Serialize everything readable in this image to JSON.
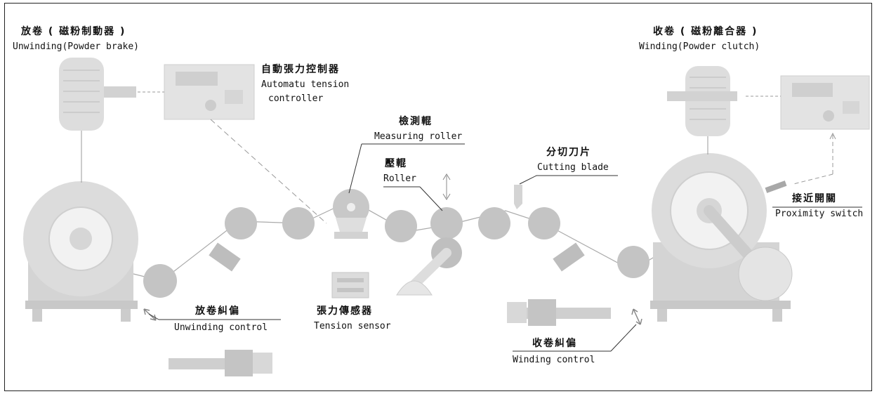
{
  "labels": {
    "unwinding_brake": {
      "zh": "放卷 ( 磁粉制動器 )",
      "en": "Unwinding(Powder brake)"
    },
    "tension_controller": {
      "zh": "自動張力控制器",
      "en1": "Automatu tension",
      "en2": "controller"
    },
    "measuring_roller": {
      "zh": "檢測輥",
      "en": "Measuring roller"
    },
    "pressure_roller": {
      "zh": "壓輥",
      "en": "Roller"
    },
    "cutting_blade": {
      "zh": "分切刀片",
      "en": "Cutting blade"
    },
    "winding_clutch": {
      "zh": "收卷 ( 磁粉離合器 )",
      "en": "Winding(Powder clutch)"
    },
    "proximity_switch": {
      "zh": "接近開關",
      "en": "Proximity switch"
    },
    "unwinding_control": {
      "zh": "放卷糾偏",
      "en": "Unwinding control"
    },
    "tension_sensor": {
      "zh": "張力傳感器",
      "en": "Tension sensor"
    },
    "winding_control": {
      "zh": "收卷糾偏",
      "en": "Winding control"
    }
  },
  "colors": {
    "machine": "#d9d9d9",
    "roller": "#bfbfbf",
    "line": "#888888",
    "frame": "#222222"
  }
}
